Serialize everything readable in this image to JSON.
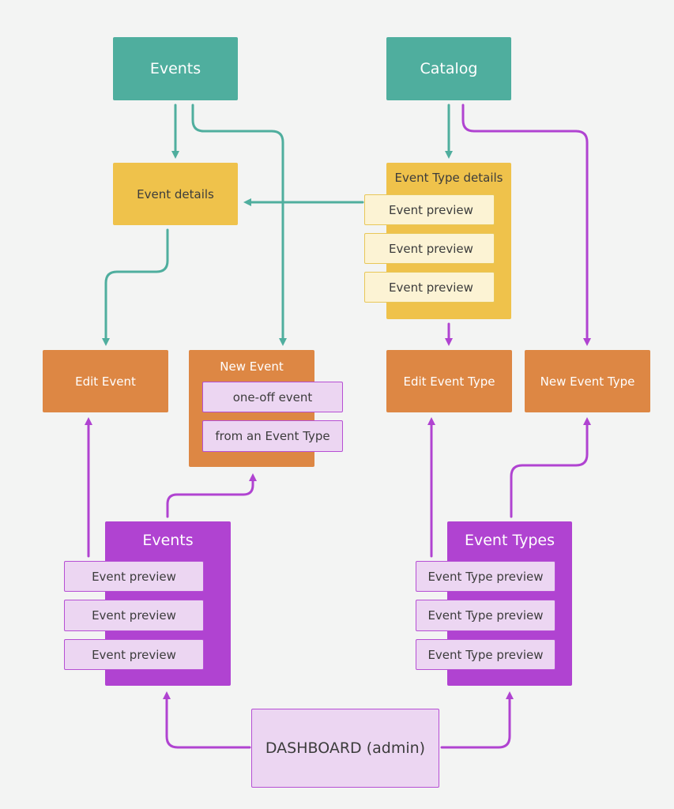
{
  "nodes": {
    "events_top": "Events",
    "catalog_top": "Catalog",
    "event_details": "Event details",
    "event_type_details": {
      "title": "Event Type details",
      "previews": [
        "Event preview",
        "Event preview",
        "Event preview"
      ]
    },
    "edit_event": "Edit Event",
    "new_event": {
      "title": "New Event",
      "options": [
        "one-off event",
        "from an Event Type"
      ]
    },
    "edit_event_type": "Edit Event Type",
    "new_event_type": "New Event Type",
    "events_list": {
      "title": "Events",
      "previews": [
        "Event preview",
        "Event preview",
        "Event preview"
      ]
    },
    "event_types_list": {
      "title": "Event Types",
      "previews": [
        "Event Type preview",
        "Event Type preview",
        "Event Type preview"
      ]
    },
    "dashboard": "DASHBOARD (admin)"
  },
  "colors": {
    "teal": "#4fae9e",
    "yellow": "#efc24b",
    "orange": "#dd8744",
    "purple": "#b043d1",
    "light_purple": "#ecd6f2",
    "light_yellow": "#fcf3d4"
  }
}
